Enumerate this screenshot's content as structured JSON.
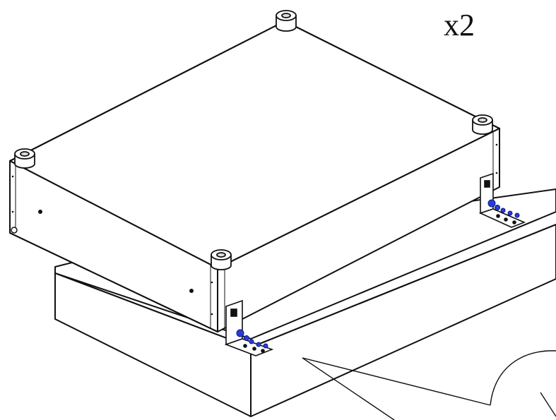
{
  "annotation": {
    "quantity_label": "x2"
  },
  "colors": {
    "line": "#111111",
    "fill": "#ffffff",
    "shade": "#f2f2f2",
    "fastener": "#2a3bd6"
  },
  "components": {
    "unit_box": "unit-box",
    "feet": [
      "foot-back",
      "foot-right",
      "foot-left",
      "foot-front"
    ],
    "base_pallet": "base-pallet",
    "brackets": [
      "bracket-front",
      "bracket-right"
    ],
    "callout": "callout-leader"
  }
}
